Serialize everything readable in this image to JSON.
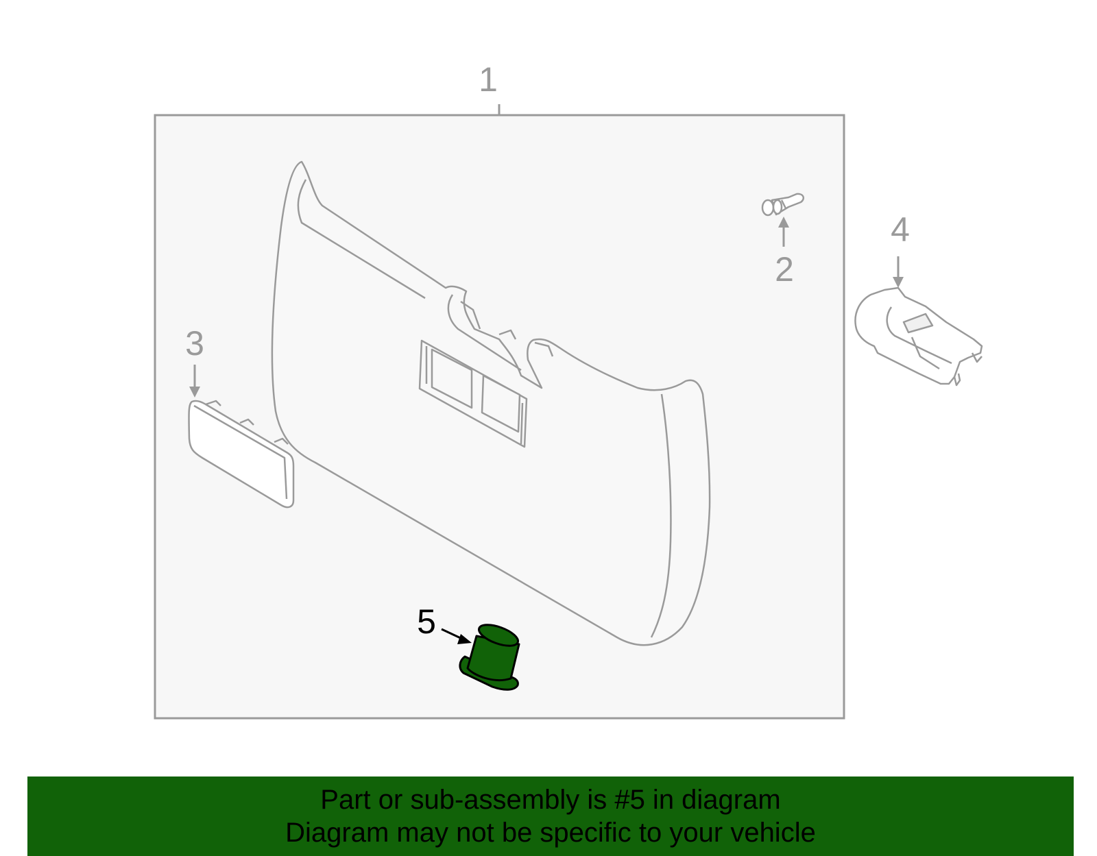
{
  "callouts": {
    "part_1": "1",
    "part_2": "2",
    "part_3": "3",
    "part_4": "4",
    "part_5": "5"
  },
  "highlighted_part": "5",
  "colors": {
    "line_gray": "#9a9a9a",
    "frame_fill": "#f7f7f7",
    "highlight_green": "#116208",
    "banner_green": "#116208",
    "text_black": "#000000"
  },
  "banner": {
    "line_1": "Part or sub-assembly is #5 in diagram",
    "line_2": "Diagram may not be specific to your vehicle"
  }
}
